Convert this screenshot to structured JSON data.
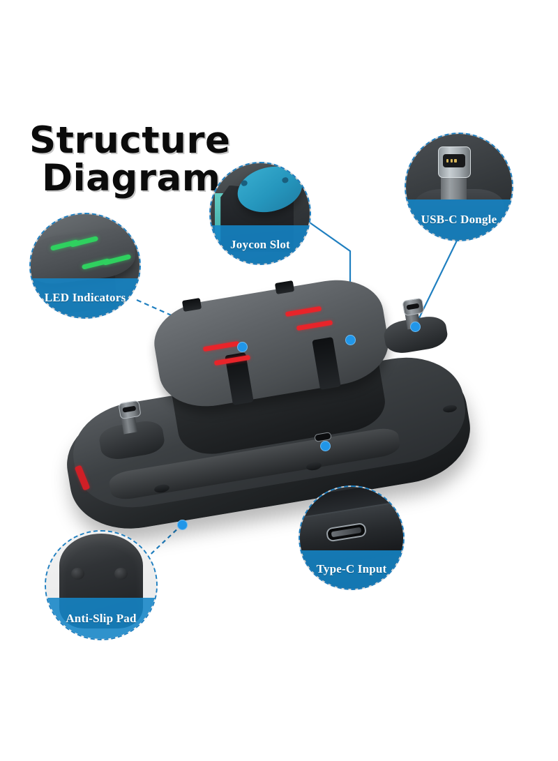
{
  "page": {
    "title_line1": "Structure",
    "title_line2": "Diagram",
    "background_color": "#ffffff",
    "accent_color": "#1f7fc0",
    "banner_color": "#1485c7",
    "dot_color": "#2196e8",
    "led_red_color": "#e8242a",
    "led_green_color": "#2fd15f"
  },
  "product": {
    "name": "Joy-Con charging dock",
    "body_color": "#2a2d30",
    "led_indicator_count": 4,
    "usb_c_dongle_count": 2
  },
  "callouts": [
    {
      "id": "led-indicators",
      "label": "LED Indicators",
      "icon": "led-indicator-icon",
      "detail": "Top deck showing green LED status strips"
    },
    {
      "id": "joycon-slot",
      "label": "Joycon Slot",
      "icon": "joycon-slot-icon",
      "detail": "Blue Joy-Con seated in the charging slot"
    },
    {
      "id": "usb-c-dongle",
      "label": "USB-C Dongle",
      "icon": "usb-c-male-icon",
      "detail": "Male USB-C connector rising from the dock base"
    },
    {
      "id": "type-c-input",
      "label": "Type-C Input",
      "icon": "usb-c-female-icon",
      "detail": "Female USB-C charging port on the front edge"
    },
    {
      "id": "anti-slip-pad",
      "label": "Anti-Slip Pad",
      "icon": "anti-slip-pad-icon",
      "detail": "Underside of the dock with two rubber feet"
    }
  ]
}
